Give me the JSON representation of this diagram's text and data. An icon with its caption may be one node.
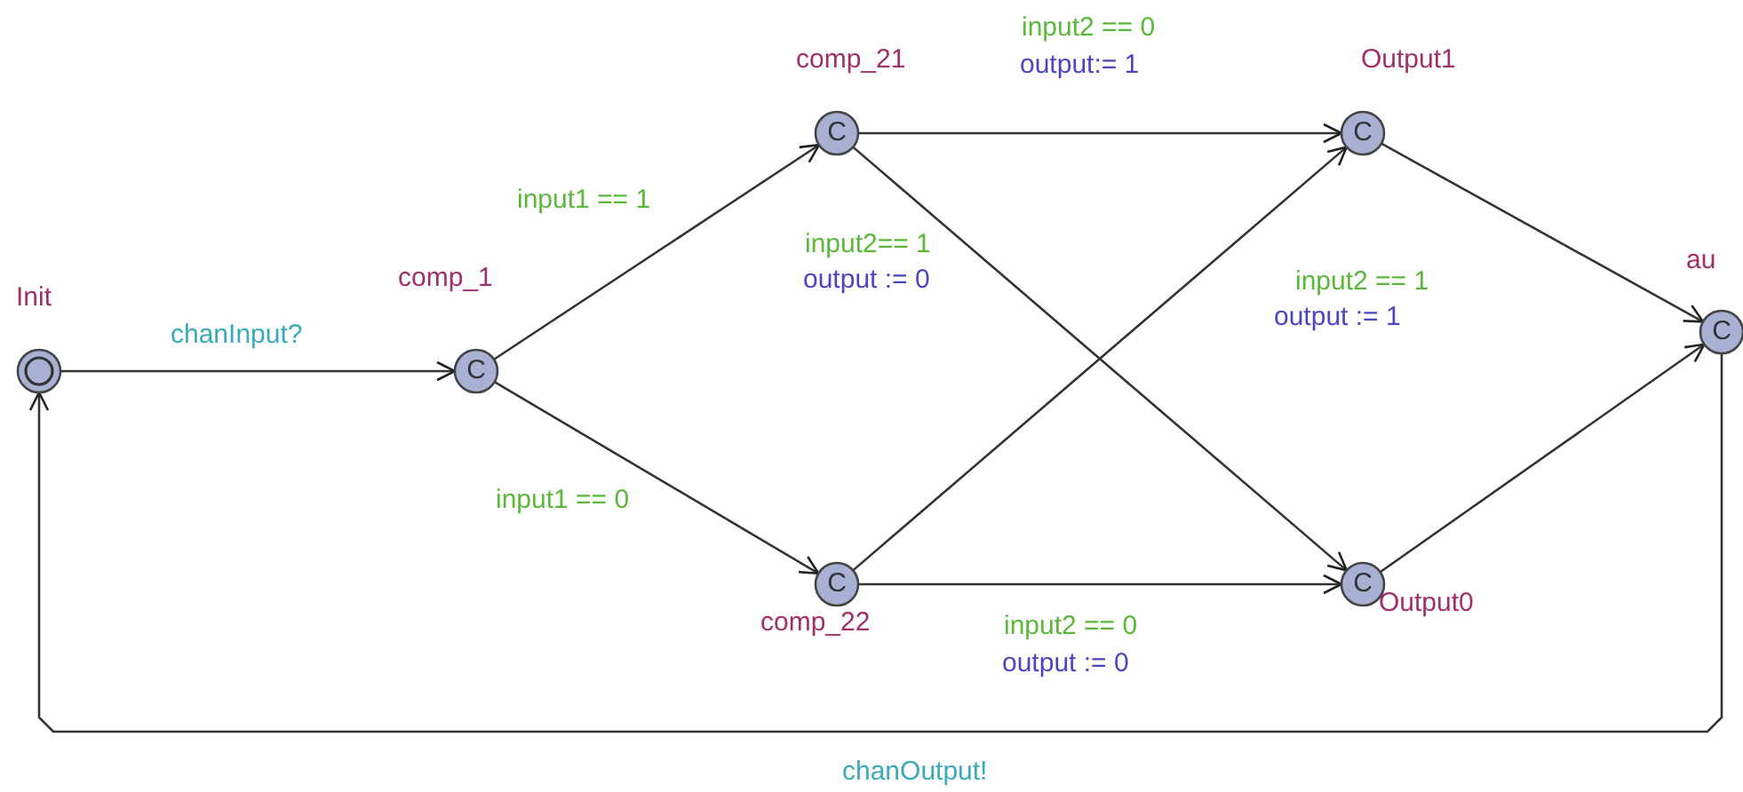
{
  "diagram": {
    "nodes": [
      {
        "text": [
          "Init"
        ]
      },
      {
        "text": [
          "comp_1",
          "C"
        ]
      },
      {
        "text": [
          "comp_21",
          "C"
        ]
      },
      {
        "text": [
          "C",
          "comp_22"
        ]
      },
      {
        "text": [
          "Output1",
          "C"
        ]
      },
      {
        "text": [
          "Output0",
          "C"
        ]
      },
      {
        "text": [
          "au",
          "C"
        ]
      }
    ],
    "edges": [
      {
        "from": 0,
        "to": 1,
        "arrow": "to",
        "label": "chanInput?"
      },
      {
        "from": 1,
        "to": 2,
        "arrow": "to",
        "label": "input1 == 1"
      },
      {
        "from": 1,
        "to": 3,
        "arrow": "to",
        "label": "input1 == 0"
      },
      {
        "from": 2,
        "to": 4,
        "arrow": "to",
        "label": "input2 == 0"
      },
      {
        "from": 2,
        "to": 5,
        "arrow": "to",
        "label": "input2== 1"
      },
      {
        "from": 3,
        "to": 4,
        "arrow": "to",
        "label": "input2 == 1"
      },
      {
        "from": 3,
        "to": 5,
        "arrow": "to",
        "label": "input2 == 0"
      },
      {
        "from": 4,
        "to": 6,
        "arrow": "to"
      },
      {
        "from": 5,
        "to": 6,
        "arrow": "to"
      },
      {
        "from": 6,
        "to": 0,
        "arrow": "to",
        "label": "chanOutput!"
      }
    ],
    "labels": [
      "output:= 1",
      "output := 0",
      "output := 1",
      "output := 0"
    ]
  }
}
